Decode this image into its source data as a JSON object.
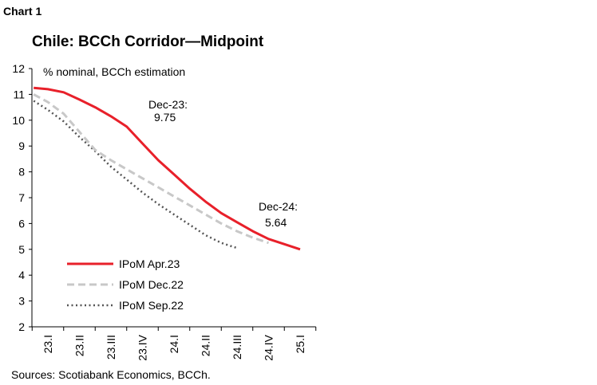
{
  "header": {
    "chart_label": "Chart 1",
    "title": "Chile: BCCh Corridor—Midpoint"
  },
  "footer": {
    "source": "Sources: Scotiabank Economics, BCCh."
  },
  "chart_data": {
    "type": "line",
    "title": "Chile: BCCh Corridor—Midpoint",
    "ylabel": "% nominal, BCCh estimation",
    "xlabel": "",
    "ylim": [
      2,
      12
    ],
    "yticks": [
      2,
      3,
      4,
      5,
      6,
      7,
      8,
      9,
      10,
      11,
      12
    ],
    "categories": [
      "23.I",
      "23.II",
      "23.III",
      "23.IV",
      "24.I",
      "24.II",
      "24.III",
      "24.IV",
      "25.I"
    ],
    "grid": false,
    "legend_position": "bottom-left",
    "series": [
      {
        "name": "IPoM Apr.23",
        "color": "#e8202a",
        "style": "solid",
        "x": [
          -0.45,
          0,
          0.5,
          1,
          1.5,
          2,
          2.5,
          3,
          3.5,
          4,
          4.5,
          5,
          5.5,
          6,
          6.5,
          7,
          7.5,
          8
        ],
        "values": [
          11.25,
          11.2,
          11.08,
          10.8,
          10.5,
          10.15,
          9.75,
          9.1,
          8.45,
          7.9,
          7.35,
          6.85,
          6.4,
          6.05,
          5.7,
          5.4,
          5.2,
          5.0
        ]
      },
      {
        "name": "IPoM Dec.22",
        "color": "#c8c8c8",
        "style": "dashed",
        "x": [
          -0.45,
          0,
          0.5,
          1,
          1.5,
          2,
          2.5,
          3,
          3.5,
          4,
          4.5,
          5,
          5.5,
          6,
          6.5,
          7
        ],
        "values": [
          11.0,
          10.7,
          10.25,
          9.55,
          8.85,
          8.45,
          8.1,
          7.75,
          7.4,
          7.05,
          6.7,
          6.35,
          6.0,
          5.7,
          5.45,
          5.25
        ]
      },
      {
        "name": "IPoM Sep.22",
        "color": "#555555",
        "style": "dotted",
        "x": [
          -0.45,
          0,
          0.5,
          1,
          1.5,
          2,
          2.5,
          3,
          3.5,
          4,
          4.5,
          5,
          5.5,
          6
        ],
        "values": [
          10.75,
          10.4,
          9.95,
          9.35,
          8.8,
          8.2,
          7.7,
          7.2,
          6.75,
          6.35,
          5.95,
          5.55,
          5.25,
          5.05
        ]
      }
    ],
    "annotations": [
      {
        "label_line1": "Dec-23:",
        "label_line2": "9.75"
      },
      {
        "label_line1": "Dec-24:",
        "label_line2": "5.64"
      }
    ]
  }
}
